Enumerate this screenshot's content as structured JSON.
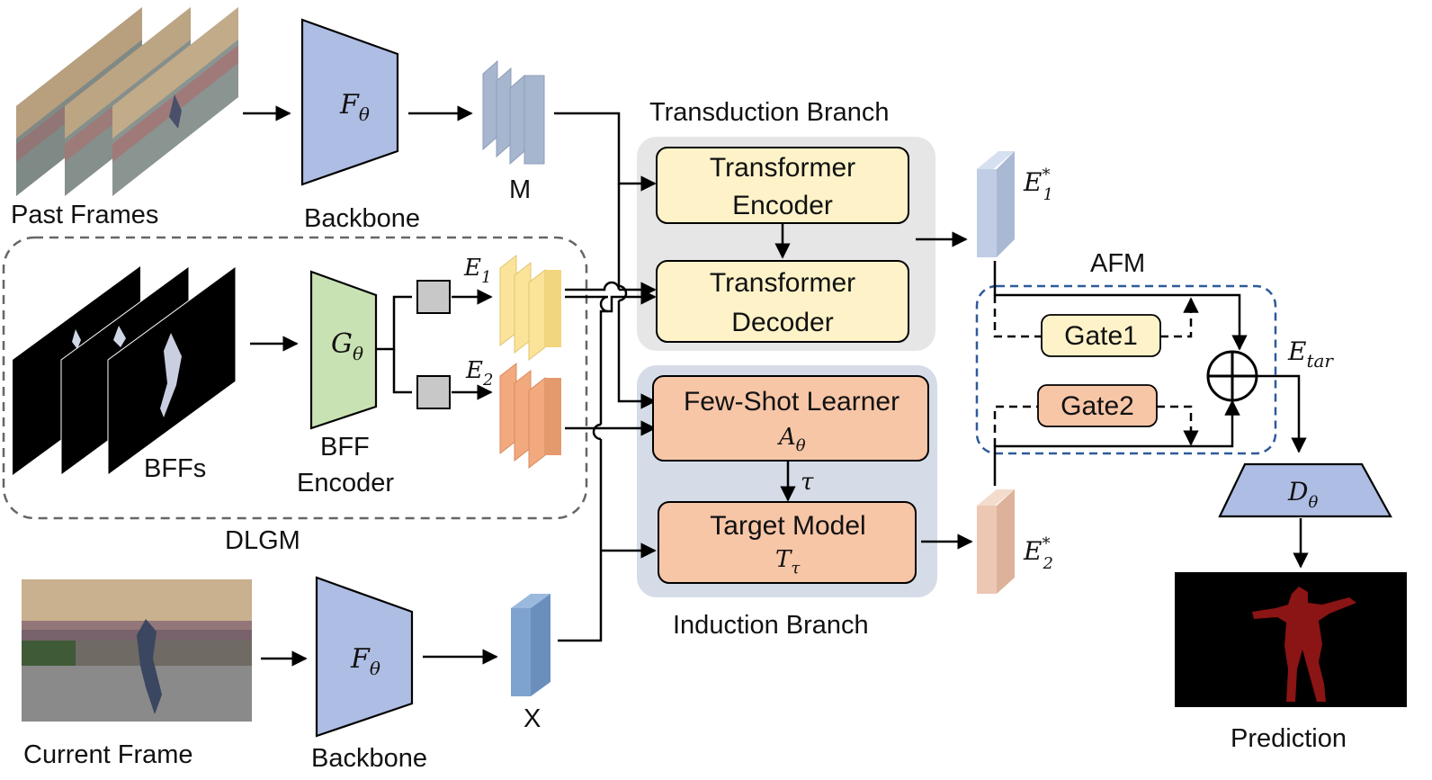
{
  "labels": {
    "past_frames": "Past Frames",
    "backbone_top": "Backbone",
    "backbone_bottom": "Backbone",
    "memory": "M",
    "bffs": "BFFs",
    "bff_encoder_line1": "BFF",
    "bff_encoder_line2": "Encoder",
    "dlgm": "DLGM",
    "current_frame": "Current Frame",
    "query": "X",
    "transduction_branch": "Transduction Branch",
    "induction_branch": "Induction Branch",
    "afm": "AFM",
    "prediction": "Prediction"
  },
  "blocks": {
    "transformer_encoder": [
      "Transformer",
      "Encoder"
    ],
    "transformer_decoder": [
      "Transformer",
      "Decoder"
    ],
    "few_shot_learner": "Few-Shot Learner",
    "target_model": "Target Model",
    "gate1": "Gate1",
    "gate2": "Gate2"
  },
  "math": {
    "f_theta": "F",
    "g_theta": "G",
    "a_theta": "A",
    "t_tau": "T",
    "d_theta": "D",
    "theta": "θ",
    "tau": "τ",
    "e1": "E",
    "e2": "E",
    "e1_star": "E",
    "e2_star": "E",
    "e_tar": "E",
    "sub_1": "1",
    "sub_2": "2",
    "star": "*",
    "sub_tar": "tar",
    "oplus": "⊕"
  },
  "colors": {
    "backbone": "#aebde3",
    "bff_encoder": "#c9e2b3",
    "transduction_panel": "#e6e6e6",
    "induction_panel": "#d5dce8",
    "transformer_block": "#fdf2c8",
    "induction_block": "#f7c6a7",
    "gate1": "#fdf2c8",
    "gate2": "#f7c6a7",
    "memory_feature": "#a7b6cf",
    "e1_feature": "#fbe39a",
    "e2_feature": "#f2a97d",
    "x_feature": "#7ea3cf",
    "e1_star": "#c0cde4",
    "e2_star": "#ecc7b3",
    "mask": "#8b1414",
    "afm_border": "#2e5a99"
  }
}
